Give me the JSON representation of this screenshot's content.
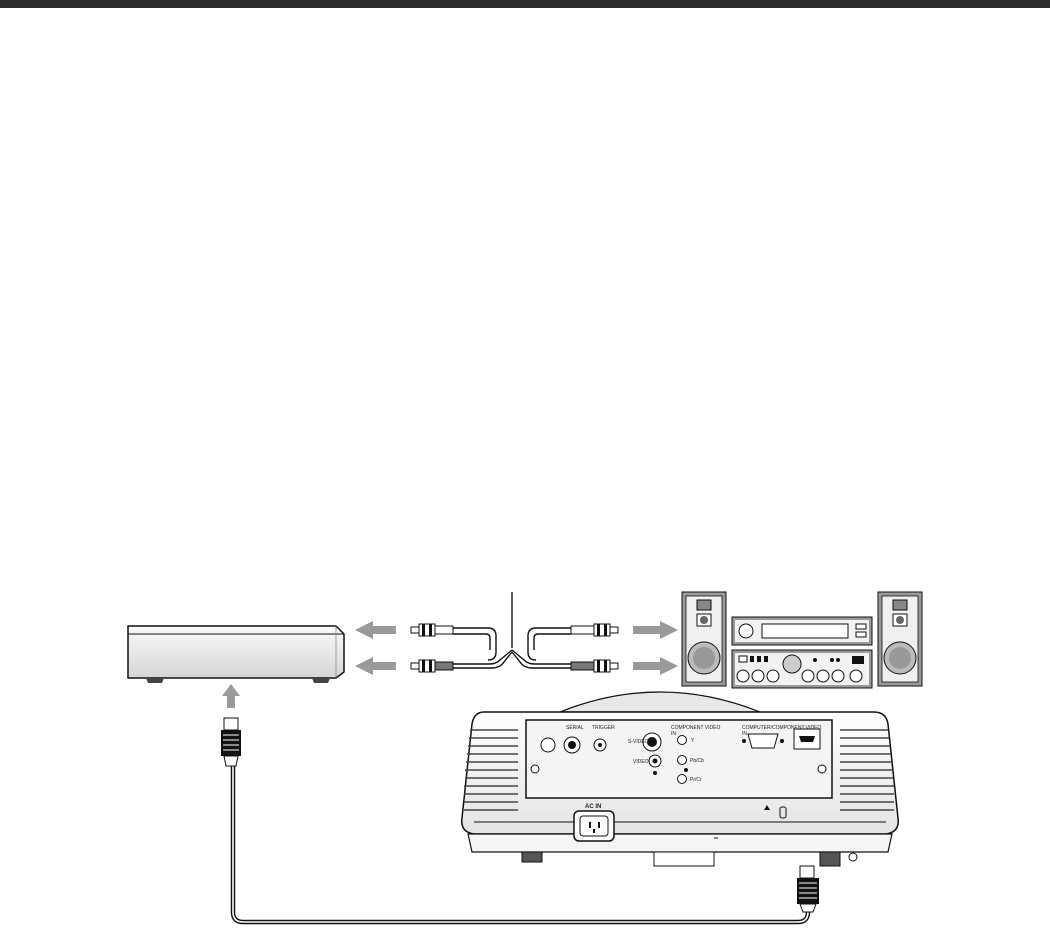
{
  "colors": {
    "header_bar": "#2b2b2b",
    "arrow": "#9a9a9a",
    "line": "#111111",
    "device_fill": "#f2f2f2",
    "device_dark": "#555555"
  },
  "icons": {
    "header": "header-bar",
    "source_device": "av-receiver-box-icon",
    "audio_system": "stereo-speaker-system-icon",
    "projector": "projector-rear-panel-icon",
    "cable_plug": "hdmi-plug-icon",
    "audio_plugs": "rca-plug-icon"
  },
  "projector_panel": {
    "port_serial": "SERIAL",
    "port_trigger": "TRIGGER",
    "port_component": "COMPONENT VIDEO",
    "port_component_in": "IN",
    "port_svideo": "S-VIDEO",
    "port_video": "VIDEO",
    "port_y": "Y",
    "port_pb": "Pb/Cb",
    "port_pr": "Pr/Cr",
    "port_computer": "COMPUTER/COMPONENT VIDEO",
    "port_computer_in": "IN",
    "port_ac": "AC IN"
  }
}
